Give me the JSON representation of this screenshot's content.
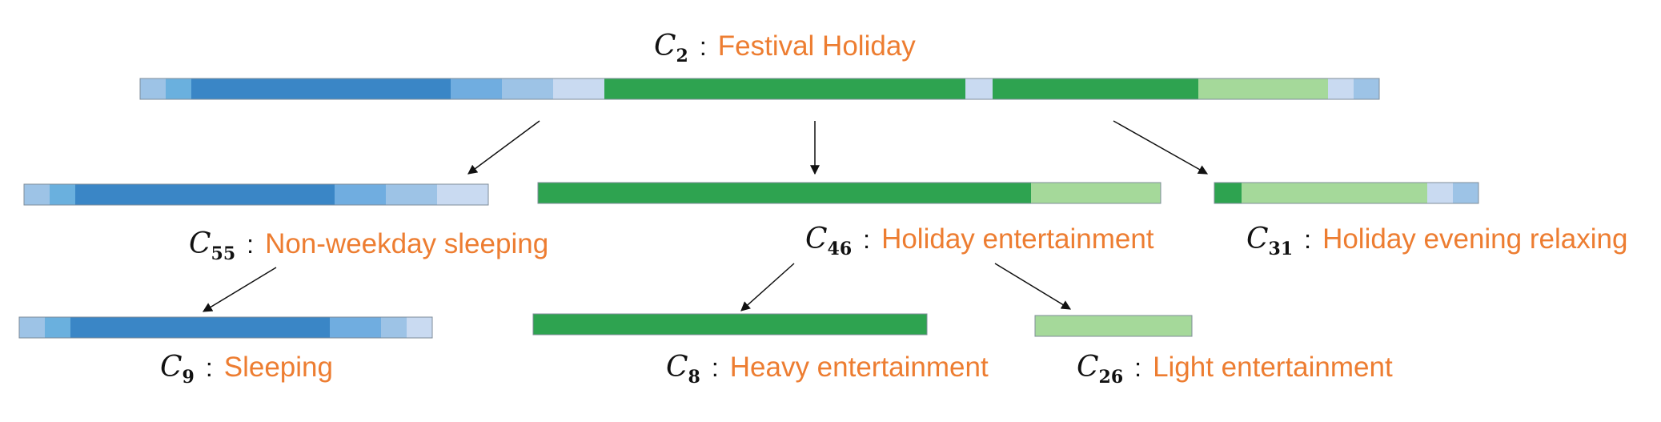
{
  "palette": {
    "blue_1": "#9dc3e6",
    "blue_2": "#6ab0de",
    "blue_3": "#3a86c6",
    "blue_4": "#70ade0",
    "blue_5": "#c9daf1",
    "green_dark": "#2ea350",
    "green_light": "#a5d99a",
    "label_color": "#ed7d31",
    "text_color": "#111111"
  },
  "clusters": {
    "c2": {
      "symbol": "C",
      "index": "2",
      "description": "Festival Holiday"
    },
    "c55": {
      "symbol": "C",
      "index": "55",
      "description": "Non-weekday sleeping"
    },
    "c46": {
      "symbol": "C",
      "index": "46",
      "description": "Holiday entertainment"
    },
    "c31": {
      "symbol": "C",
      "index": "31",
      "description": "Holiday evening relaxing"
    },
    "c9": {
      "symbol": "C",
      "index": "9",
      "description": "Sleeping"
    },
    "c8": {
      "symbol": "C",
      "index": "8",
      "description": "Heavy entertainment"
    },
    "c26": {
      "symbol": "C",
      "index": "26",
      "description": "Light entertainment"
    }
  },
  "bars": [
    {
      "id": "c2",
      "segments": [
        {
          "w": 32,
          "color": "blue_1"
        },
        {
          "w": 32,
          "color": "blue_2"
        },
        {
          "w": 324,
          "color": "blue_3"
        },
        {
          "w": 64,
          "color": "blue_4"
        },
        {
          "w": 64,
          "color": "blue_1"
        },
        {
          "w": 64,
          "color": "blue_5"
        },
        {
          "w": 451,
          "color": "green_dark"
        },
        {
          "w": 34,
          "color": "blue_5"
        },
        {
          "w": 257,
          "color": "green_dark"
        },
        {
          "w": 162,
          "color": "green_light"
        },
        {
          "w": 32,
          "color": "blue_5"
        },
        {
          "w": 32,
          "color": "blue_1"
        }
      ]
    },
    {
      "id": "c55",
      "segments": [
        {
          "w": 32,
          "color": "blue_1"
        },
        {
          "w": 32,
          "color": "blue_2"
        },
        {
          "w": 324,
          "color": "blue_3"
        },
        {
          "w": 64,
          "color": "blue_4"
        },
        {
          "w": 64,
          "color": "blue_1"
        },
        {
          "w": 64,
          "color": "blue_5"
        }
      ]
    },
    {
      "id": "c46",
      "segments": [
        {
          "w": 616,
          "color": "green_dark"
        },
        {
          "w": 162,
          "color": "green_light"
        }
      ]
    },
    {
      "id": "c31",
      "segments": [
        {
          "w": 34,
          "color": "green_dark"
        },
        {
          "w": 232,
          "color": "green_light"
        },
        {
          "w": 32,
          "color": "blue_5"
        },
        {
          "w": 32,
          "color": "blue_1"
        }
      ]
    },
    {
      "id": "c9",
      "segments": [
        {
          "w": 32,
          "color": "blue_1"
        },
        {
          "w": 32,
          "color": "blue_2"
        },
        {
          "w": 324,
          "color": "blue_3"
        },
        {
          "w": 64,
          "color": "blue_4"
        },
        {
          "w": 32,
          "color": "blue_1"
        },
        {
          "w": 32,
          "color": "blue_5"
        }
      ]
    },
    {
      "id": "c8",
      "segments": [
        {
          "w": 492,
          "color": "green_dark"
        }
      ]
    },
    {
      "id": "c26",
      "segments": [
        {
          "w": 196,
          "color": "green_light"
        }
      ]
    }
  ]
}
